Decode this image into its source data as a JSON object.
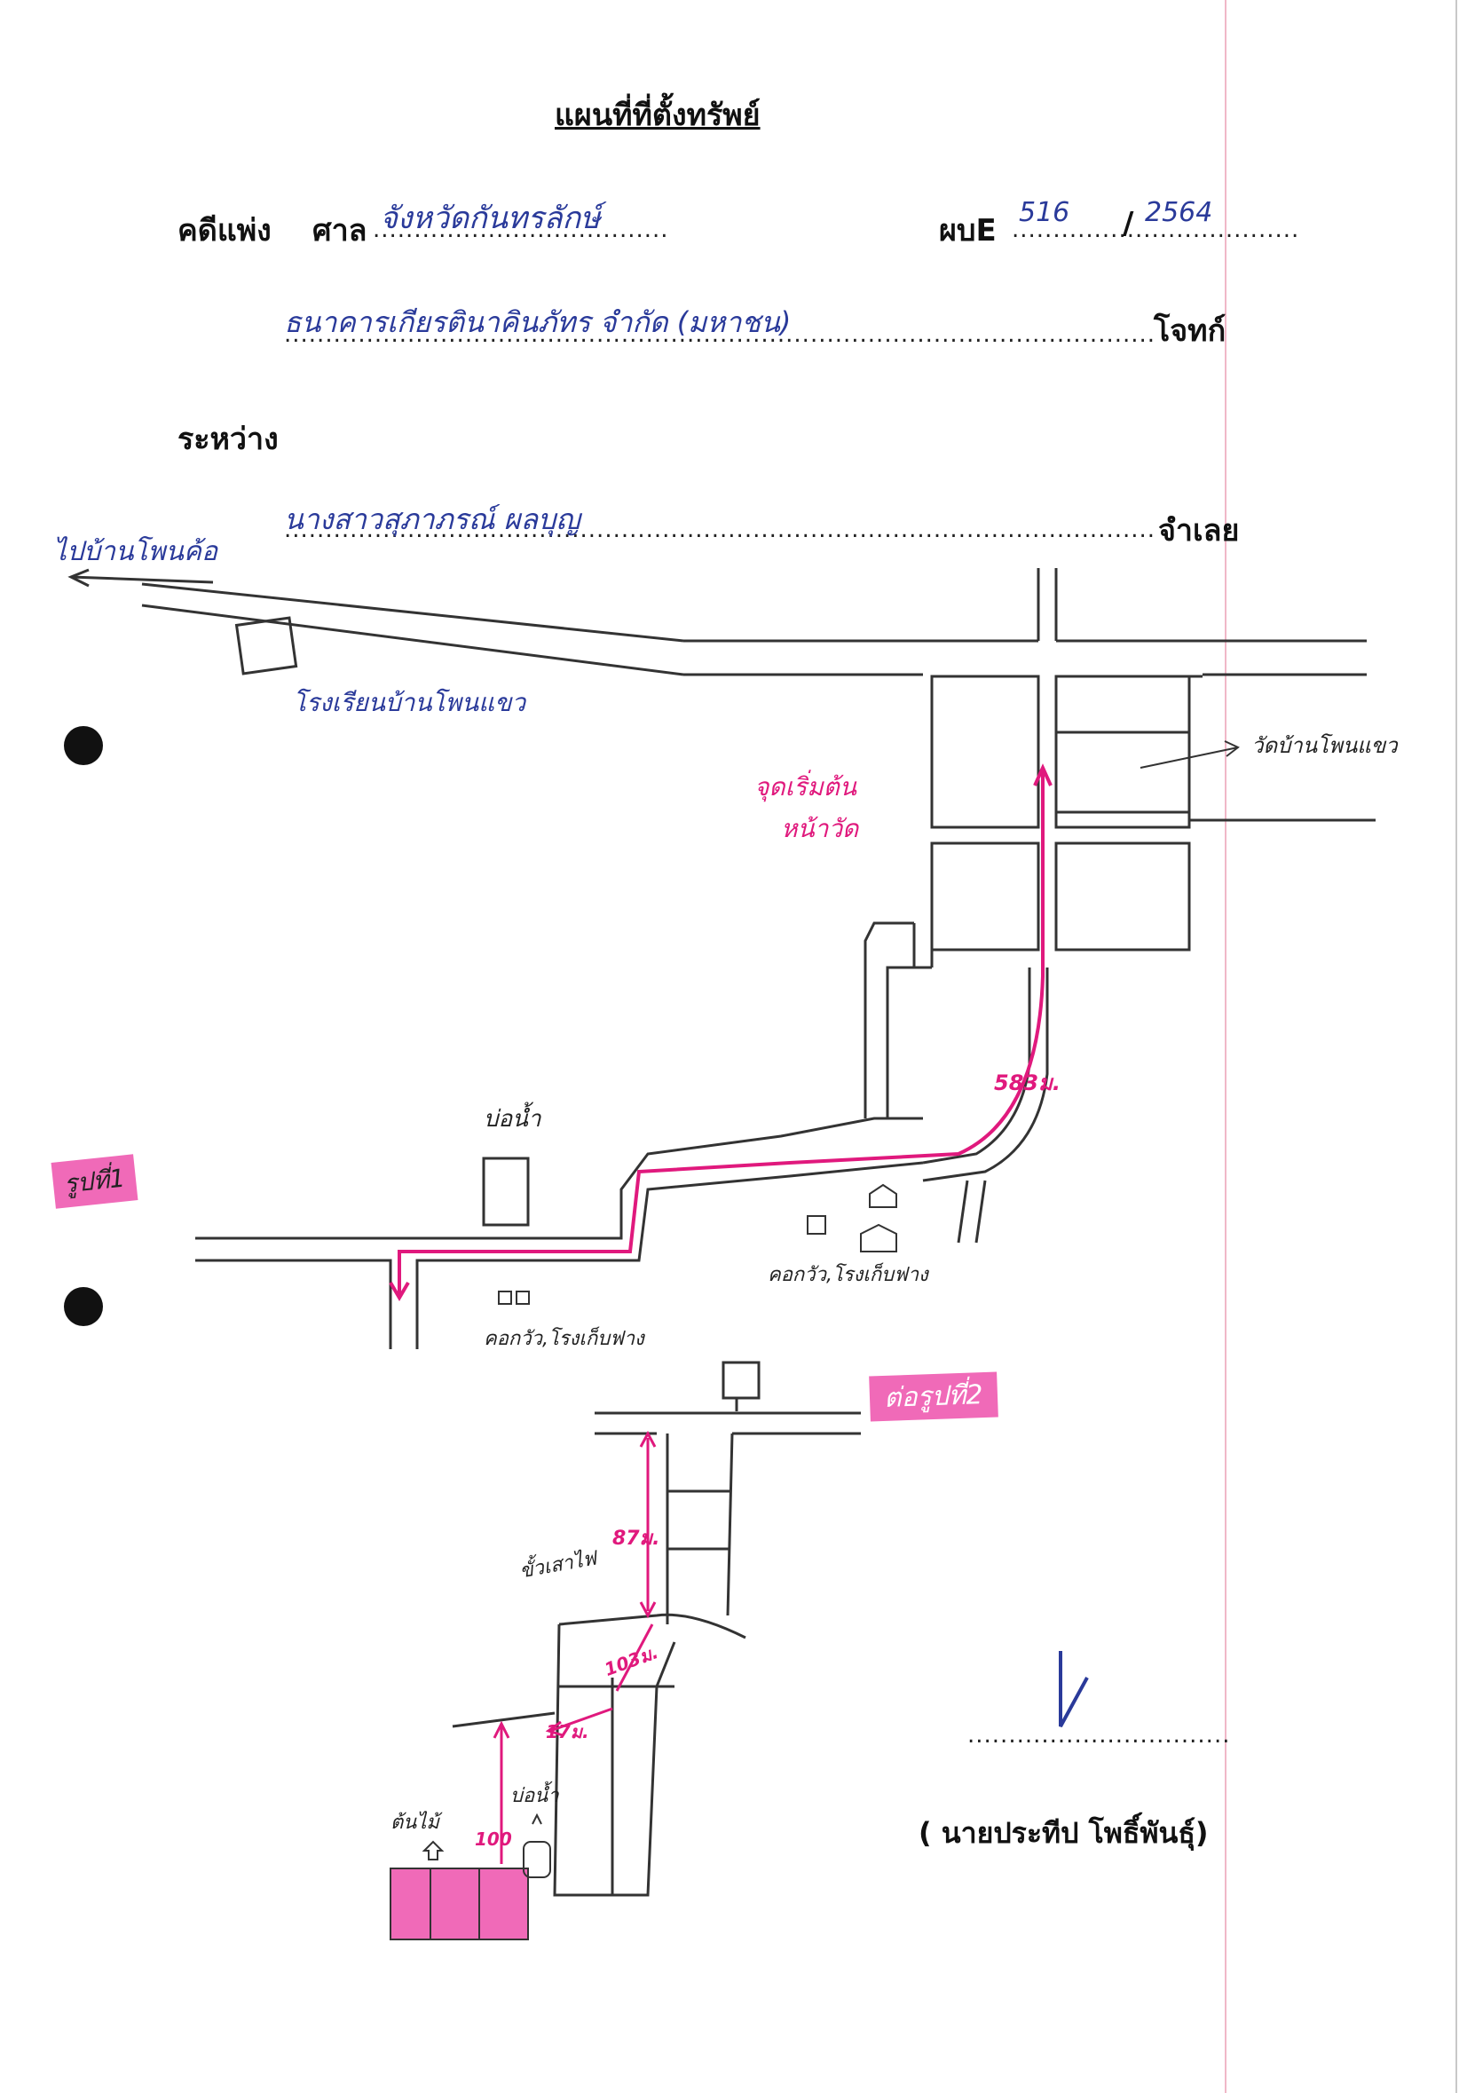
{
  "header": {
    "title": "แผนที่ที่ตั้งทรัพย์",
    "case_label": "คดีแพ่ง",
    "court_label": "ศาล",
    "court_value": "จังหวัดกันทรลักษ์",
    "case_no_label": "ผบE",
    "case_no_value": "516",
    "case_no_sep": "/",
    "case_year_value": "2564",
    "plaintiff_value": "ธนาคารเกียรตินาคินภัทร จำกัด (มหาชน)",
    "plaintiff_label": "โจทก์",
    "between_label": "ระหว่าง",
    "defendant_value": "นางสาวสุภาภรณ์ ผลบุญ",
    "defendant_label": "จำเลย"
  },
  "map_labels": {
    "to_village": "ไปบ้านโพนค้อ",
    "school": "โรงเรียนบ้านโพนแขว",
    "temple": "วัดบ้านโพนแขว",
    "start_point": "จุดเริ่มต้น",
    "start_point_2": "หน้าวัด",
    "distance_main": "583ม.",
    "well_top": "บ่อน้ำ",
    "house_top": "คอกวัว,โรงเก็บฟาง",
    "house_left": "คอกวัว,โรงเก็บฟาง",
    "continue_note": "ต่อรูปที่2",
    "figure_label": "รูปที่1",
    "power_pole": "ขั้วเสาไฟ",
    "dist_vertical": "87ม.",
    "dist_diag": "103ม.",
    "dist_cross": "17ม.",
    "dist_left": "100",
    "well_bottom": "บ่อน้ำ",
    "tree": "ต้นไม้"
  },
  "signature": {
    "name": "( นายประทีป  โพธิ์พันธุ์)"
  },
  "colors": {
    "route": "#e0197d",
    "ink_blue": "#2a3a9a",
    "ink_black": "#222222",
    "highlight": "#f06ab8"
  }
}
